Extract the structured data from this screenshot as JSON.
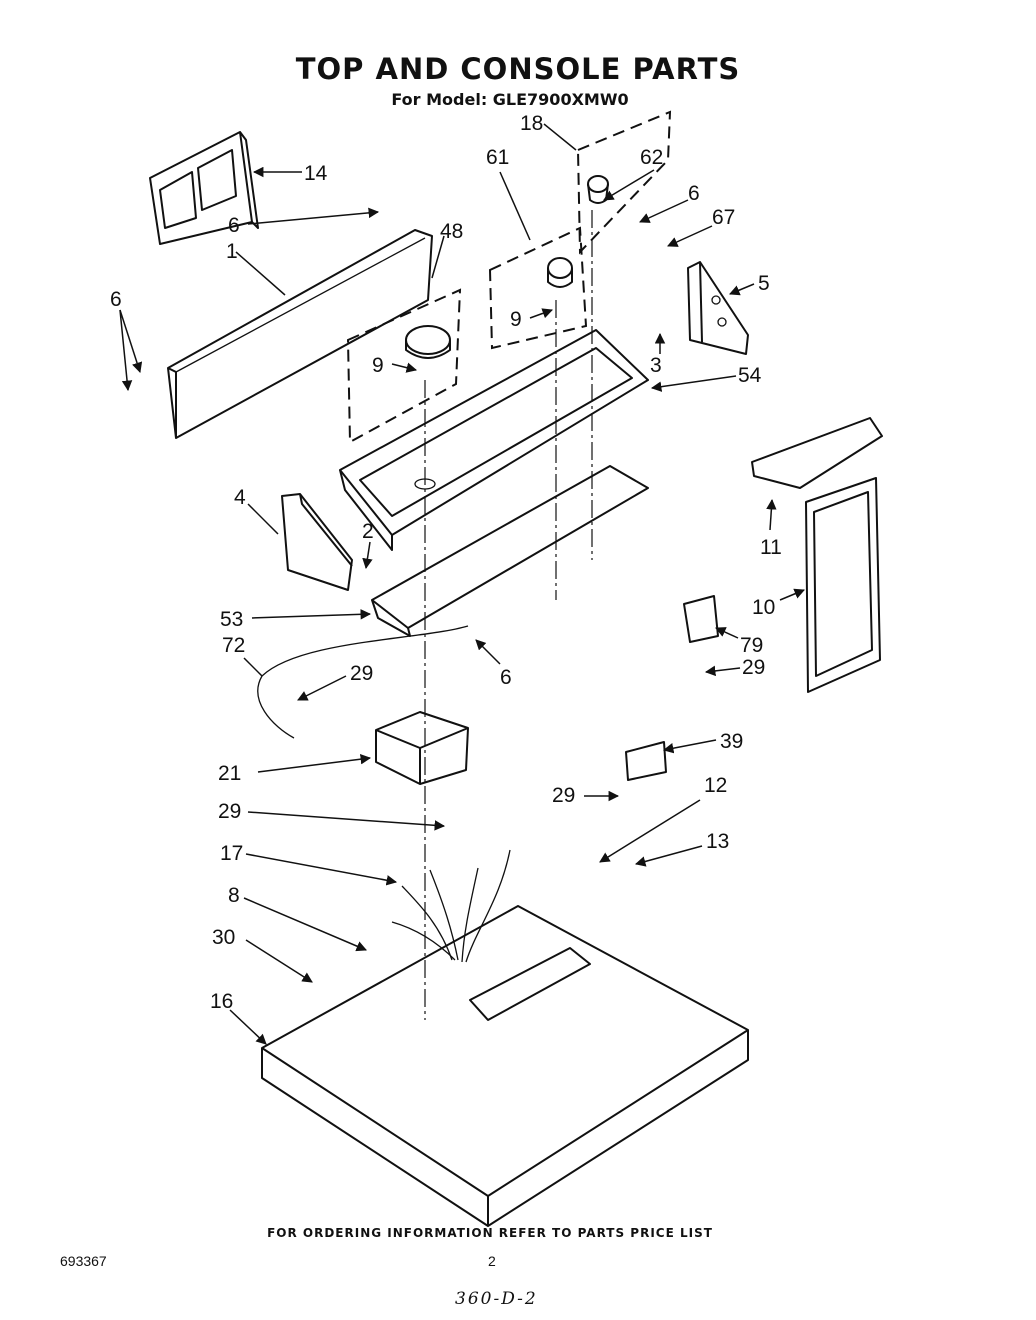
{
  "title": "TOP AND CONSOLE PARTS",
  "subtitle": "For Model: GLE7900XMW0",
  "callouts": [
    {
      "label": "14"
    },
    {
      "label": "6"
    },
    {
      "label": "48"
    },
    {
      "label": "1"
    },
    {
      "label": "6"
    },
    {
      "label": "9"
    },
    {
      "label": "18"
    },
    {
      "label": "61"
    },
    {
      "label": "62"
    },
    {
      "label": "6"
    },
    {
      "label": "67"
    },
    {
      "label": "9"
    },
    {
      "label": "5"
    },
    {
      "label": "3"
    },
    {
      "label": "54"
    },
    {
      "label": "4"
    },
    {
      "label": "2"
    },
    {
      "label": "11"
    },
    {
      "label": "10"
    },
    {
      "label": "53"
    },
    {
      "label": "72"
    },
    {
      "label": "29"
    },
    {
      "label": "6"
    },
    {
      "label": "79"
    },
    {
      "label": "29"
    },
    {
      "label": "39"
    },
    {
      "label": "21"
    },
    {
      "label": "29"
    },
    {
      "label": "29"
    },
    {
      "label": "12"
    },
    {
      "label": "13"
    },
    {
      "label": "17"
    },
    {
      "label": "8"
    },
    {
      "label": "30"
    },
    {
      "label": "16"
    }
  ],
  "footer": "FOR ORDERING INFORMATION REFER TO PARTS PRICE LIST",
  "doc_number": "693367",
  "page_number": "2",
  "handwritten_note": "360-D-2"
}
